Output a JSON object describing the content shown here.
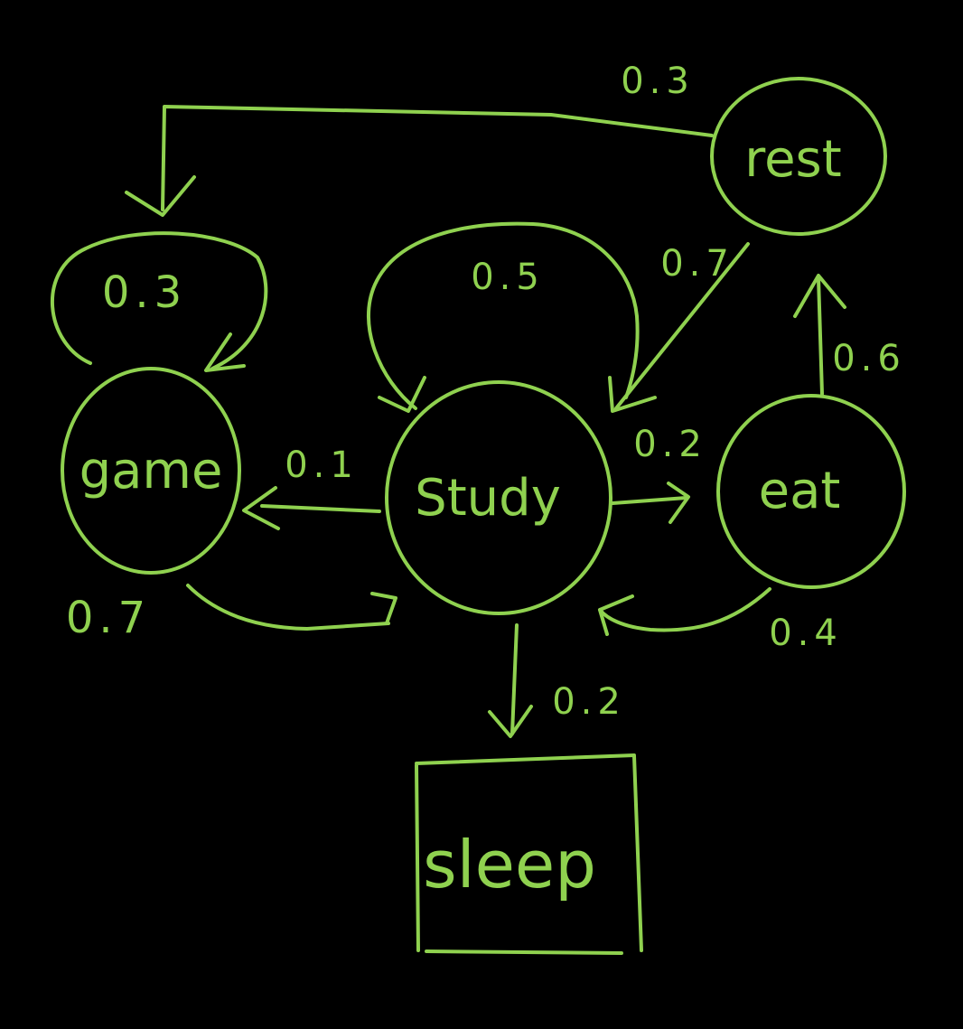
{
  "colors": {
    "background": "#000000",
    "ink": "#8fd14f"
  },
  "nodes": {
    "game": "game",
    "study": "Study",
    "eat": "eat",
    "rest": "rest",
    "sleep": "sleep"
  },
  "edges": {
    "game_self": "0.3",
    "study_self": "0.5",
    "rest_to_game": "0.3",
    "rest_to_study": "0.7",
    "eat_to_rest": "0.6",
    "study_to_game": "0.1",
    "study_to_eat": "0.2",
    "game_to_study": "0.7",
    "eat_to_study": "0.4",
    "study_to_sleep": "0.2"
  }
}
